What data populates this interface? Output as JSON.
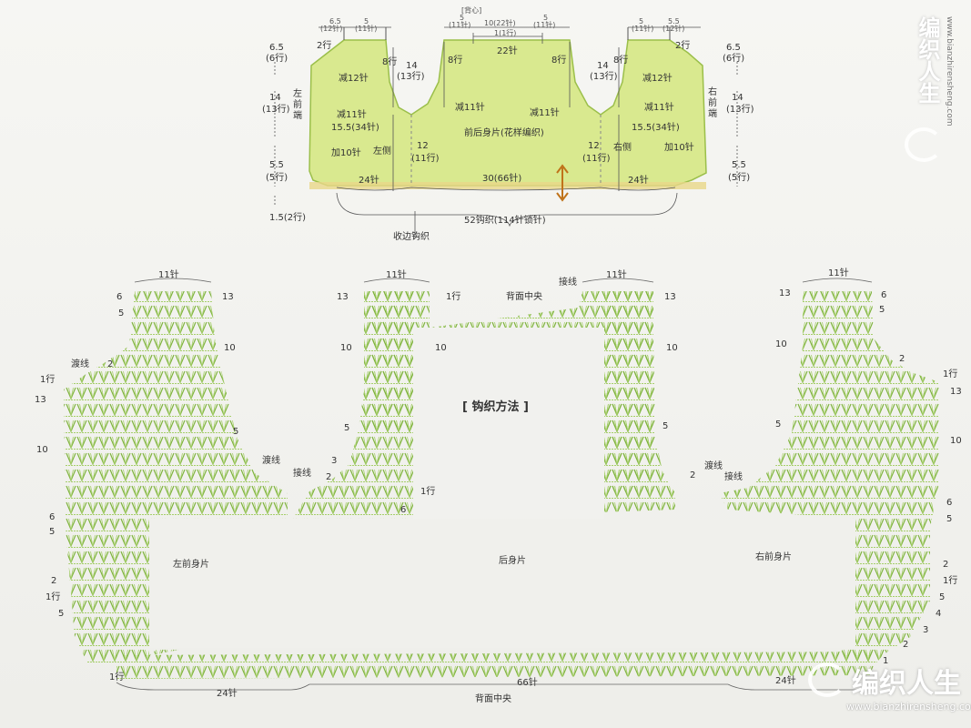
{
  "top_schematic": {
    "header": "[背心]",
    "dims_top": {
      "left_shoulder": [
        "6.5",
        "(12针)"
      ],
      "left_strap": [
        "5",
        "(11针)"
      ],
      "center_a": [
        "5",
        "(11针)"
      ],
      "center_b": [
        "10(22针)"
      ],
      "center_c": [
        "5",
        "(11针)"
      ],
      "center_row": "1(1行)",
      "center_st": "22针",
      "right_strap": [
        "5",
        "(11针)"
      ],
      "right_shoulder": [
        "5.5",
        "(12针)"
      ]
    },
    "side_left": {
      "h1": "6.5",
      "h1r": "(6行)",
      "h2": "14",
      "h2r": "(13行)",
      "h3": "5.5",
      "h3r": "(5行)",
      "h4": "1.5(2行)",
      "front": "左前端"
    },
    "side_right": {
      "h1": "6.5",
      "h1r": "(6行)",
      "h2": "14",
      "h2r": "(13行)",
      "h3": "5.5",
      "h3r": "(5行)",
      "front": "右前端"
    },
    "labels": {
      "rows2_l": "2行",
      "rows2_r": "2行",
      "dec12_l": "减12针",
      "dec12_r": "减12针",
      "rows8_l": "8行",
      "rows8_c1": "8行",
      "rows8_c2": "8行",
      "rows8_r": "8行",
      "arm_l": "14",
      "arm_lr": "(13行)",
      "arm_r": "14",
      "arm_rr": "(13行)",
      "dec11_l": "减11针",
      "dec11_c1": "减11针",
      "dec11_c2": "减11针",
      "dec11_r": "减11针",
      "w_l": "15.5(34针)",
      "w_r": "15.5(34针)",
      "center_body": "前后身片(花样编织)",
      "inc10_l": "加10针",
      "inc10_r": "加10针",
      "side_l": "左侧",
      "side_r": "右侧",
      "side_h_l": "12",
      "side_hr_l": "(11行)",
      "side_h_r": "12",
      "side_hr_r": "(11行)",
      "b24_l": "24针",
      "b30": "30(66针)",
      "b24_r": "24针",
      "chain": "52钩织(114针锁针)",
      "edge": "收边钩织"
    }
  },
  "chart": {
    "title": "[ 钩织方法 ]",
    "st11_a": "11针",
    "st11_b": "11针",
    "st11_c": "11针",
    "st11_d": "11针",
    "join_top": "接线",
    "back_center_top": "背面中央",
    "cross_l": "渡线",
    "join_l": "接线",
    "cross_r": "渡线",
    "join_r": "接线",
    "piece_left": "左前身片",
    "piece_back": "后身片",
    "piece_right": "右前身片",
    "bottom_24_l": "24针",
    "bottom_66": "66针",
    "bottom_24_r": "24针",
    "back_center_bottom": "背面中央",
    "row_marks": {
      "l6": "6",
      "l13": "13",
      "l5": "5",
      "l10": "10",
      "l2": "2",
      "l1r": "1行",
      "l13b": "13",
      "l10b": "10",
      "l5b": "5",
      "l6b": "6",
      "l5c": "5",
      "l2b": "2",
      "l1rb": "1行",
      "l5d": "5",
      "l1rc": "1行",
      "c13a": "13",
      "c1r": "1行",
      "c13b": "13",
      "c10a": "10",
      "c10b": "10",
      "c10c": "10",
      "c5a": "5",
      "c5b": "5",
      "c3": "3",
      "c2": "2",
      "c1ra": "1行",
      "c6": "6",
      "r13a": "13",
      "r6a": "6",
      "r5a": "5",
      "r10a": "10",
      "r2a": "2",
      "r1ra": "1行",
      "r13b": "13",
      "r10b": "10",
      "r5b": "5",
      "r2b": "2",
      "r6b": "6",
      "r5c": "5",
      "r2c": "2",
      "r1rb": "1行",
      "r5d": "5",
      "r4": "4",
      "r3": "3",
      "r2d": "2",
      "r1": "1"
    }
  },
  "watermark": {
    "brand": "编织人生",
    "url": "www.bianzhirensheng.com"
  },
  "colors": {
    "fill": "#d9e98f",
    "stitch": "#7fb33e",
    "line": "#444444",
    "arrow": "#c0731a"
  }
}
